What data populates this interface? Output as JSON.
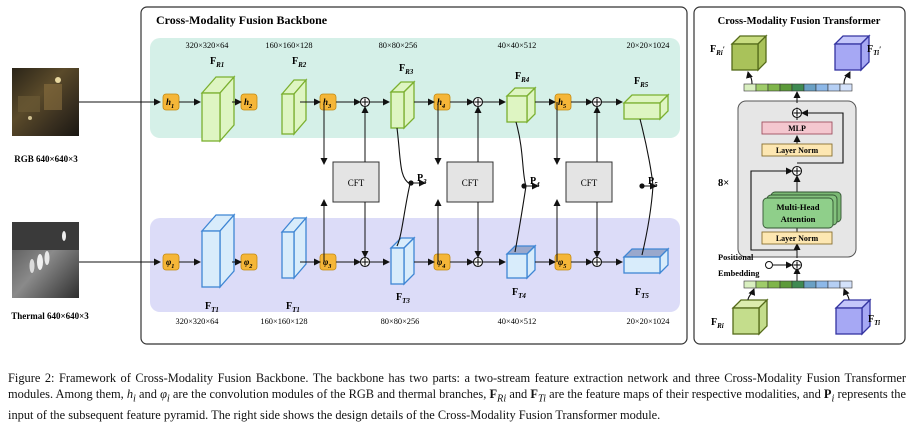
{
  "backbone": {
    "title": "Cross-Modality Fusion Backbone",
    "rgb_label": "RGB 640×640×3",
    "thermal_label": "Thermal 640×640×3",
    "rgb_dims": [
      "320×320×64",
      "160×160×128",
      "80×80×256",
      "40×40×512",
      "20×20×1024"
    ],
    "thermal_dims": [
      "320×320×64",
      "160×160×128",
      "80×80×256",
      "40×40×512",
      "20×20×1024"
    ],
    "rgb_features": [
      "F",
      "F",
      "F",
      "F",
      "F"
    ],
    "rgb_feature_subs": [
      "R1",
      "R2",
      "R3",
      "R4",
      "R5"
    ],
    "thermal_features": [
      "F",
      "F",
      "F",
      "F",
      "F"
    ],
    "thermal_feature_subs": [
      "T1",
      "T1",
      "T3",
      "T4",
      "T5"
    ],
    "rgb_modules": [
      "h",
      "h",
      "h",
      "h",
      "h"
    ],
    "rgb_module_subs": [
      "1",
      "2",
      "3",
      "4",
      "5"
    ],
    "thermal_modules": [
      "φ",
      "φ",
      "φ",
      "φ",
      "φ"
    ],
    "thermal_module_subs": [
      "1",
      "2",
      "3",
      "4",
      "5"
    ],
    "cft_label": "CFT",
    "outputs": [
      "P",
      "P",
      "P"
    ],
    "output_subs": [
      "3",
      "4",
      "5"
    ]
  },
  "transformer": {
    "title": "Cross-Modality Fusion Transformer",
    "out_rgb": "F",
    "out_rgb_sub": "Ri",
    "out_thermal": "F",
    "out_thermal_sub": "Ti",
    "repeat": "8×",
    "mlp": "MLP",
    "layer_norm_top": "Layer Norm",
    "attention_line1": "Multi-Head",
    "attention_line2": "Attention",
    "layer_norm_bottom": "Layer Norm",
    "pos_line1": "Positional",
    "pos_line2": "Embedding",
    "in_rgb": "F",
    "in_rgb_sub": "Ri",
    "in_thermal": "F",
    "in_thermal_sub": "Ti"
  },
  "caption": {
    "prefix": "Figure 2:  Framework of Cross-Modality Fusion Backbone. The backbone has two parts: a two-stream feature extraction network and three Cross-Modality Fusion Transformer modules. Among them, ",
    "h_sym": "h",
    "h_sub": "i",
    "and1": " and ",
    "phi_sym": "φ",
    "phi_sub": "i",
    "mid1": " are the convolution modules of the RGB and thermal branches, ",
    "fr": "F",
    "fr_sub": "Ri",
    "and2": " and ",
    "ft": "F",
    "ft_sub": "Ti",
    "mid2": " are the feature maps of their respective modalities, and ",
    "p": "P",
    "p_sub": "i",
    "suffix": " represents the input of the subsequent feature pyramid. The right side shows the design details of the Cross-Modality Fusion Transformer module."
  },
  "colors": {
    "rgb_lane": "#d5f0e8",
    "thermal_lane": "#dcdcf8",
    "rgb_feature": "#def5c2",
    "rgb_feature_stroke": "#7bb030",
    "thermal_feature": "#d8ecfb",
    "thermal_feature_stroke": "#3f86d4",
    "module": "#f5b638",
    "cft": "#e4e4e4",
    "attention": "#8fcf8a",
    "mlp": "#f4c7cf",
    "layer_norm": "#fde7b2"
  }
}
